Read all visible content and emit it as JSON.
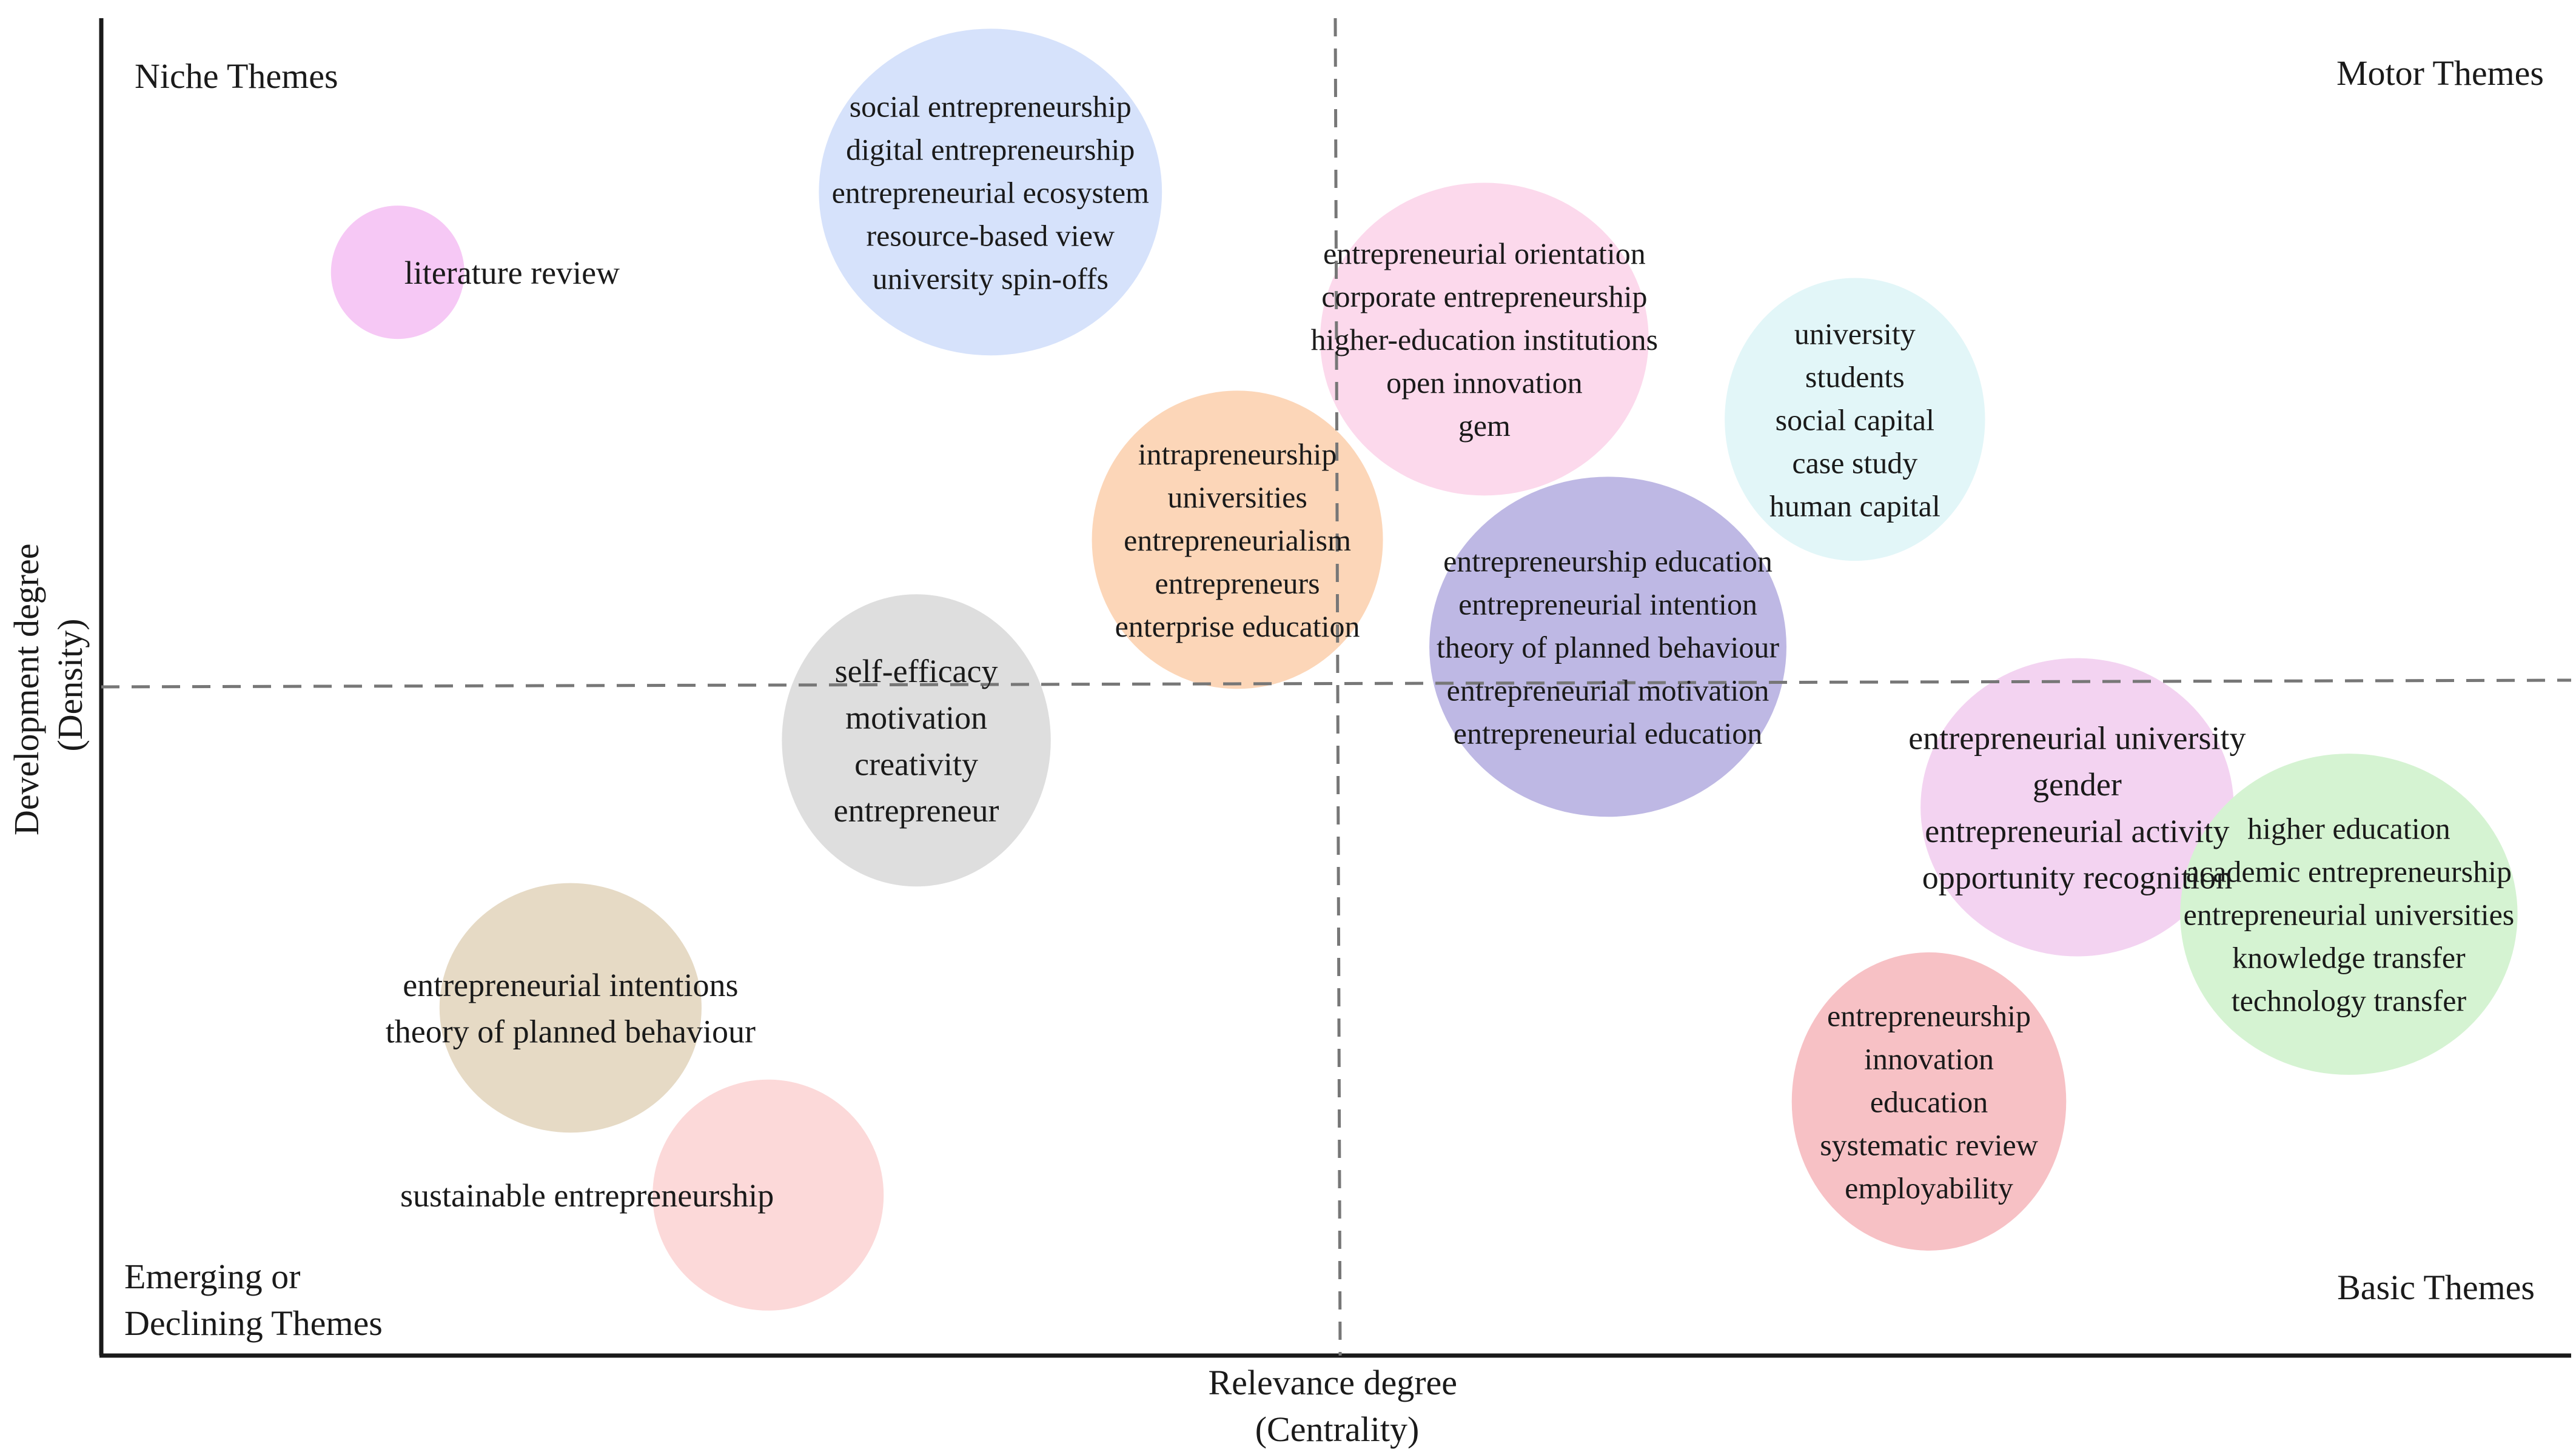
{
  "chart_data": {
    "type": "scatter",
    "title": "",
    "xlabel": [
      "Relevance degree",
      "(Centrality)"
    ],
    "ylabel": [
      "Development degree",
      "(Density)"
    ],
    "quadrants": {
      "top_left": "Niche Themes",
      "top_right": "Motor Themes",
      "bottom_left": [
        "Emerging or",
        "Declining Themes"
      ],
      "bottom_right": "Basic Themes"
    },
    "grid": false,
    "clusters": [
      {
        "terms": [
          "social entrepreneurship",
          "digital entrepreneurship",
          "entrepreneurial ecosystem",
          "resource-based view",
          "university spin-offs"
        ],
        "color": "#d6e2fb",
        "centrality": 0.36,
        "density": 0.87,
        "size": 0.06
      },
      {
        "terms": [
          "literature review"
        ],
        "color": "#f6c8f5",
        "centrality": 0.12,
        "density": 0.81,
        "size": 0.01
      },
      {
        "terms": [
          "entrepreneurial orientation",
          "corporate entrepreneurship",
          "higher-education institutions",
          "open innovation",
          "gem"
        ],
        "color": "#fcd9ec",
        "centrality": 0.56,
        "density": 0.76,
        "size": 0.055
      },
      {
        "terms": [
          "university",
          "students",
          "social capital",
          "case study",
          "human capital"
        ],
        "color": "#e2f6f8",
        "centrality": 0.71,
        "density": 0.7,
        "size": 0.045
      },
      {
        "terms": [
          "intrapreneurship",
          "universities",
          "entrepreneurialism",
          "entrepreneurs",
          "enterprise education"
        ],
        "color": "#fcd6b8",
        "centrality": 0.46,
        "density": 0.61,
        "size": 0.05
      },
      {
        "terms": [
          "entrepreneurship education",
          "entrepreneurial intention",
          "theory of planned behaviour",
          "entrepreneurial motivation",
          "entrepreneurial education"
        ],
        "color": "#beb8e4",
        "centrality": 0.61,
        "density": 0.53,
        "size": 0.065
      },
      {
        "terms": [
          "self-efficacy",
          "motivation",
          "creativity",
          "entrepreneur"
        ],
        "color": "#dedede",
        "centrality": 0.33,
        "density": 0.46,
        "size": 0.048
      },
      {
        "terms": [
          "entrepreneurial university",
          "gender",
          "entrepreneurial activity",
          "opportunity recognition"
        ],
        "color": "#f3d3f1",
        "centrality": 0.8,
        "density": 0.41,
        "size": 0.05
      },
      {
        "terms": [
          "higher education",
          "academic entrepreneurship",
          "entrepreneurial universities",
          "knowledge transfer",
          "technology transfer"
        ],
        "color": "#d5f3d2",
        "centrality": 0.91,
        "density": 0.33,
        "size": 0.058
      },
      {
        "terms": [
          "entrepreneurial intentions",
          "theory of planned behaviour"
        ],
        "color": "#e6dac5",
        "centrality": 0.19,
        "density": 0.26,
        "size": 0.035
      },
      {
        "terms": [
          "entrepreneurship",
          "innovation",
          "education",
          "systematic review",
          "employability"
        ],
        "color": "#f7c1c5",
        "centrality": 0.74,
        "density": 0.19,
        "size": 0.05
      },
      {
        "terms": [
          "sustainable entrepreneurship"
        ],
        "color": "#fcd9d9",
        "centrality": 0.27,
        "density": 0.12,
        "size": 0.03
      }
    ],
    "divider_style": "dashed",
    "divider_color": "#777777",
    "axis_color": "#1a1a1a"
  }
}
